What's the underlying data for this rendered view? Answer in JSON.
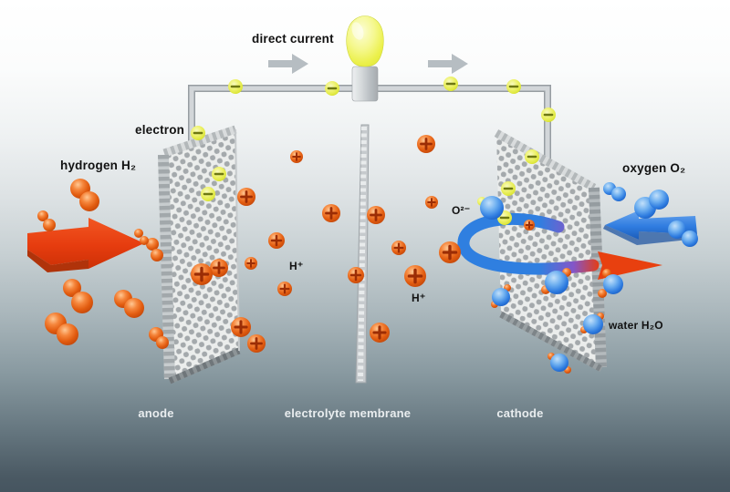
{
  "labels": {
    "direct_current": "direct current",
    "electron": "electron",
    "hydrogen": "hydrogen H₂",
    "oxygen": "oxygen O₂",
    "oxide_ion": "O²⁻",
    "proton_left": "H⁺",
    "proton_right": "H⁺",
    "water": "water H₂O",
    "anode": "anode",
    "membrane": "electrolyte membrane",
    "cathode": "cathode"
  },
  "colors": {
    "hydrogen_orange": "#e25c10",
    "electron_yellow": "#e3ed4e",
    "oxygen_blue": "#2e7ce0",
    "arrow_red": "#e63c12",
    "arrow_blue": "#2f7ce0",
    "arrow_gray": "#b6bdc2",
    "wire_gray": "#d2d6d9",
    "plate_gray": "#ebedec",
    "background_bottom": "#465560"
  },
  "particles": {
    "electrons": [
      [
        258,
        95,
        8
      ],
      [
        364,
        97,
        8
      ],
      [
        494,
        92,
        8
      ],
      [
        563,
        95,
        8
      ],
      [
        601,
        126,
        8
      ],
      [
        217,
        146,
        8
      ],
      [
        240,
        191,
        8
      ],
      [
        228,
        213,
        8
      ],
      [
        583,
        172,
        8
      ],
      [
        557,
        207,
        8
      ],
      [
        553,
        239,
        8
      ],
      [
        528,
        221,
        5
      ]
    ],
    "h2_molecules": [
      {
        "a": [
          88,
          207,
          11
        ],
        "b": [
          98,
          221,
          11
        ]
      },
      {
        "a": [
          47,
          237,
          6
        ],
        "b": [
          54,
          247,
          7
        ]
      },
      {
        "a": [
          79,
          316,
          10
        ],
        "b": [
          90,
          332,
          12
        ]
      },
      {
        "a": [
          135,
          328,
          10
        ],
        "b": [
          147,
          338,
          11
        ]
      },
      {
        "a": [
          61,
          355,
          12
        ],
        "b": [
          74,
          367,
          12
        ]
      },
      {
        "a": [
          167,
          268,
          7
        ],
        "b": [
          172,
          280,
          7
        ]
      },
      {
        "a": [
          171,
          367,
          8
        ],
        "b": [
          178,
          376,
          7
        ]
      },
      {
        "a": [
          152,
          256,
          5
        ],
        "b": [
          158,
          264,
          5
        ]
      }
    ],
    "h_ions": [
      [
        270,
        216,
        10
      ],
      [
        325,
        172,
        7
      ],
      [
        363,
        234,
        10
      ],
      [
        303,
        264,
        9
      ],
      [
        275,
        289,
        7
      ],
      [
        240,
        294,
        10
      ],
      [
        221,
        301,
        12
      ],
      [
        312,
        317,
        8
      ],
      [
        264,
        359,
        11
      ],
      [
        281,
        377,
        10
      ],
      [
        390,
        302,
        9
      ],
      [
        412,
        236,
        10
      ],
      [
        416,
        365,
        11
      ],
      [
        467,
        158,
        10
      ],
      [
        473,
        222,
        7
      ],
      [
        437,
        272,
        8
      ],
      [
        493,
        277,
        12
      ],
      [
        455,
        303,
        12
      ],
      [
        580,
        247,
        6
      ]
    ],
    "o2_molecules": [
      {
        "a": [
          668,
          207,
          7
        ],
        "b": [
          678,
          213,
          8
        ]
      },
      {
        "a": [
          707,
          228,
          12
        ],
        "b": [
          722,
          219,
          11
        ]
      },
      {
        "a": [
          742,
          252,
          10
        ],
        "b": [
          756,
          262,
          9
        ]
      }
    ],
    "o2_ion": [
      539,
      228,
      13
    ],
    "water_molecules": [
      {
        "o": [
          610,
          310,
          13
        ],
        "h": [
          [
            621,
            299,
            5
          ],
          [
            598,
            318,
            5
          ]
        ]
      },
      {
        "o": [
          672,
          312,
          11
        ],
        "h": [
          [
            665,
            300,
            5
          ],
          [
            660,
            322,
            5
          ]
        ]
      },
      {
        "o": [
          650,
          356,
          11
        ],
        "h": [
          [
            658,
            347,
            4
          ],
          [
            640,
            362,
            4
          ]
        ]
      },
      {
        "o": [
          549,
          326,
          10
        ],
        "h": [
          [
            542,
            334,
            4
          ],
          [
            556,
            316,
            4
          ]
        ]
      },
      {
        "o": [
          613,
          398,
          10
        ],
        "h": [
          [
            604,
            391,
            4
          ],
          [
            622,
            406,
            4
          ]
        ]
      }
    ]
  }
}
